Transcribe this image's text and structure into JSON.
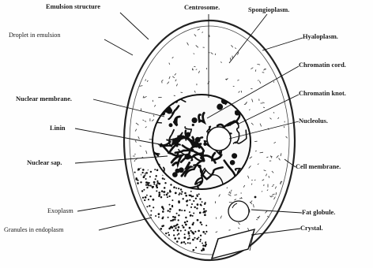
{
  "figure": {
    "labels": {
      "emulsion_structure": "Emulsion structure",
      "droplet_in_emulsion": "Droplet in emulsion",
      "centrosome": "Centrosome.",
      "spongioplasm": "Spongioplasm.",
      "hyaloplasm": "Hyaloplasm.",
      "chromatin_cord": "Chromatin cord.",
      "chromatin_knot": "Chromatin knot.",
      "nuclear_membrane": "Nuclear membrane.",
      "nucleolus": "Nucleolus.",
      "linin": "Linin",
      "nuclear_sap": "Nuclear sap.",
      "cell_membrane": "Cell membrane.",
      "exoplasm": "Exoplasm",
      "fat_globule": "Fat globule.",
      "granules_in_endoplasm": "Granules in endoplasm",
      "crystal": "Crystal."
    }
  }
}
